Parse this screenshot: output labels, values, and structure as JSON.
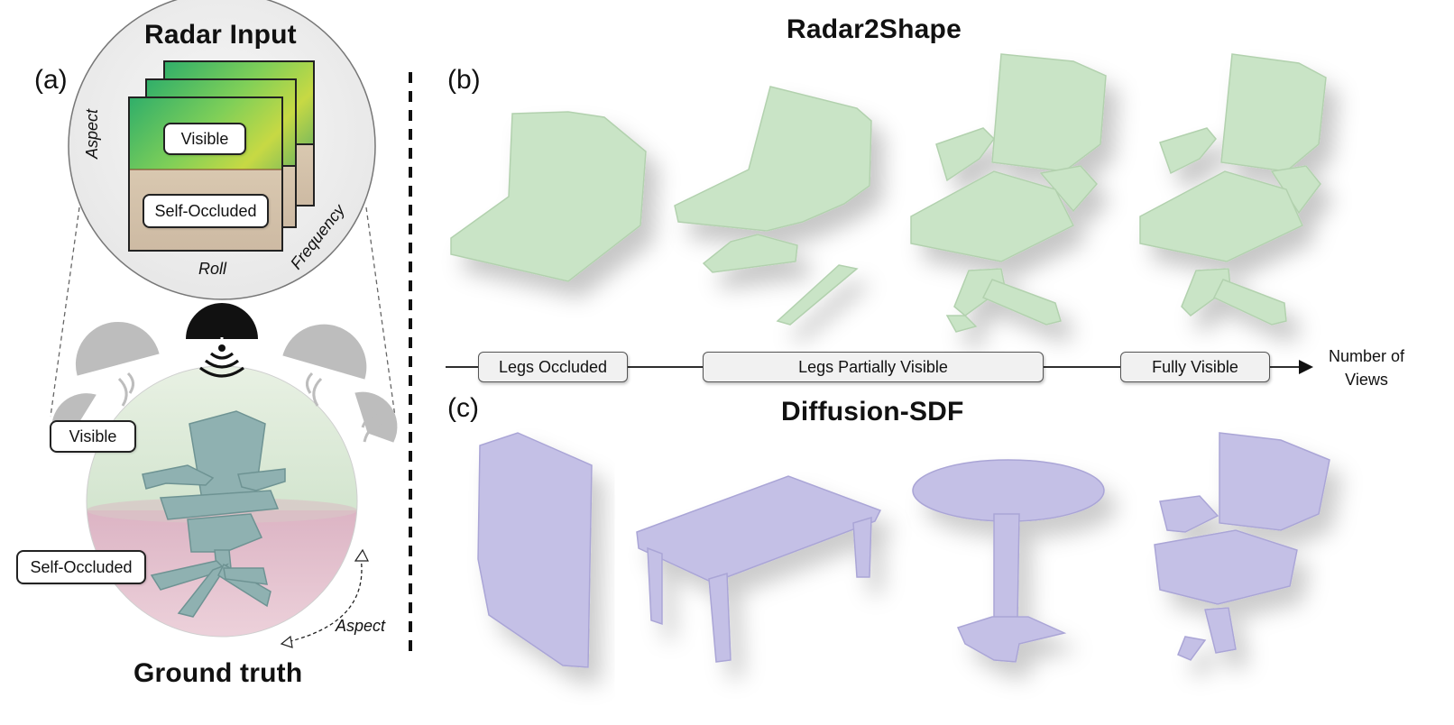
{
  "panel_a": {
    "letter": "(a)",
    "radar_input_title": "Radar Input",
    "spectrogram_visible_label": "Visible",
    "spectrogram_occluded_label": "Self-Occluded",
    "axis_aspect": "Aspect",
    "axis_roll": "Roll",
    "axis_frequency": "Frequency",
    "sphere_visible_label": "Visible",
    "sphere_occluded_label": "Self-Occluded",
    "sphere_aspect_label": "Aspect",
    "bottom_title": "Ground truth"
  },
  "panel_b": {
    "letter": "(b)",
    "title": "Radar2Shape"
  },
  "timeline": {
    "stage_1": "Legs Occluded",
    "stage_2": "Legs Partially Visible",
    "stage_3": "Fully Visible",
    "axis_label_line1": "Number of",
    "axis_label_line2": "Views"
  },
  "panel_c": {
    "letter": "(c)",
    "title": "Diffusion-SDF"
  },
  "colors": {
    "radar2shape_mesh": "#c9e4c6",
    "diffusion_mesh": "#c4c0e6",
    "sphere_top": "#d9e8d4",
    "sphere_bottom": "#e6bfcd",
    "chair_gt": "#8fb1b1"
  }
}
